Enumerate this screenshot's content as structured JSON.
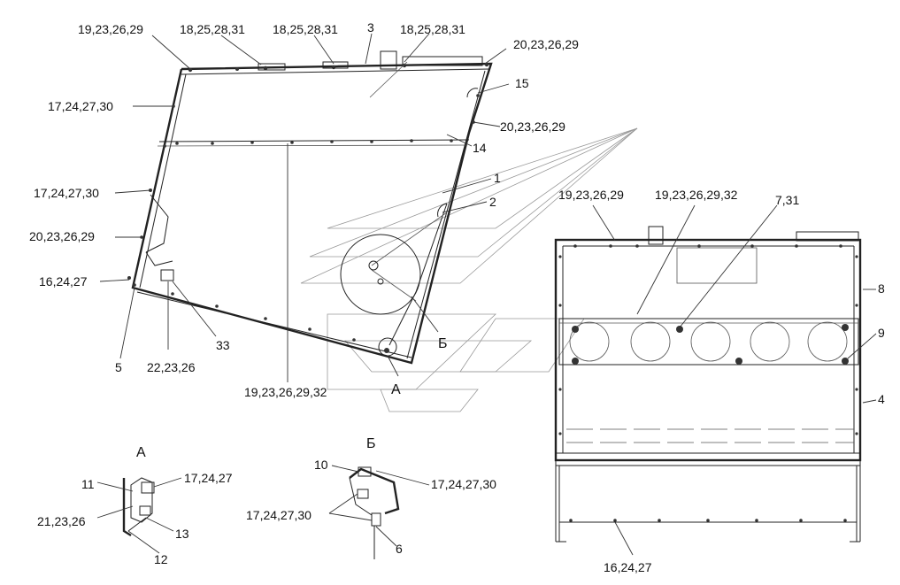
{
  "labels": {
    "l_19_23_26_29_top": "19,23,26,29",
    "l_18_a": "18,25,28,31",
    "l_18_b": "18,25,28,31",
    "l_3": "3",
    "l_18_c": "18,25,28,31",
    "l_20_top": "20,23,26,29",
    "l_15": "15",
    "l_17_a": "17,24,27,30",
    "l_20_mid": "20,23,26,29",
    "l_14": "14",
    "l_1": "1",
    "l_17_b": "17,24,27,30",
    "l_2": "2",
    "l_20_left": "20,23,26,29",
    "l_16_left": "16,24,27",
    "l_33": "33",
    "l_5": "5",
    "l_22": "22,23,26",
    "l_19_bottom": "19,23,26,29,32",
    "l_A_main": "А",
    "l_B_main": "Б",
    "l_19_right": "19,23,26,29",
    "l_19_32_right": "19,23,26,29,32",
    "l_7_31": "7,31",
    "l_8": "8",
    "l_9": "9",
    "l_4": "4",
    "l_16_right": "16,24,27",
    "detailA_title": "А",
    "detailA_11": "11",
    "detailA_17": "17,24,27",
    "detailA_21": "21,23,26",
    "detailA_13": "13",
    "detailA_12": "12",
    "detailB_title": "Б",
    "detailB_10": "10",
    "detailB_17a": "17,24,27,30",
    "detailB_17b": "17,24,27,30",
    "detailB_6": "6"
  }
}
